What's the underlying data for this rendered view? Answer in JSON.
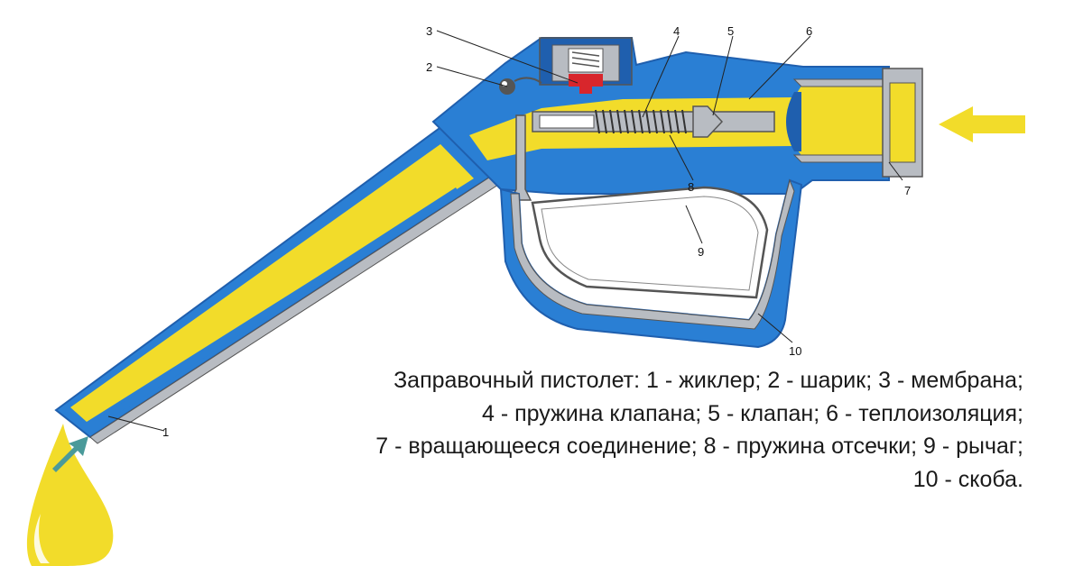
{
  "diagram": {
    "labels": {
      "jet": "1",
      "ball": "2",
      "membrane": "3",
      "valve_spring": "4",
      "valve": "5",
      "thermal_insulation": "6",
      "swivel_joint": "7",
      "cutoff_spring": "8",
      "lever": "9",
      "bracket": "10"
    },
    "caption": [
      "Заправочный пистолет: 1 - жиклер; 2 - шарик; 3 - мембрана;",
      "4 - пружина клапана; 5 - клапан; 6 - теплоизоляция;",
      "7 - вращающееся соединение; 8 - пружина отсечки; 9 - рычаг;",
      "10 - скоба."
    ]
  },
  "colors": {
    "body_blue": "#2a7fd4",
    "dark_blue": "#1f5fae",
    "fuel_yellow": "#f2dc2a",
    "steel_gray": "#b8bcc2",
    "valve_red": "#d8262c",
    "outline": "#555555"
  }
}
